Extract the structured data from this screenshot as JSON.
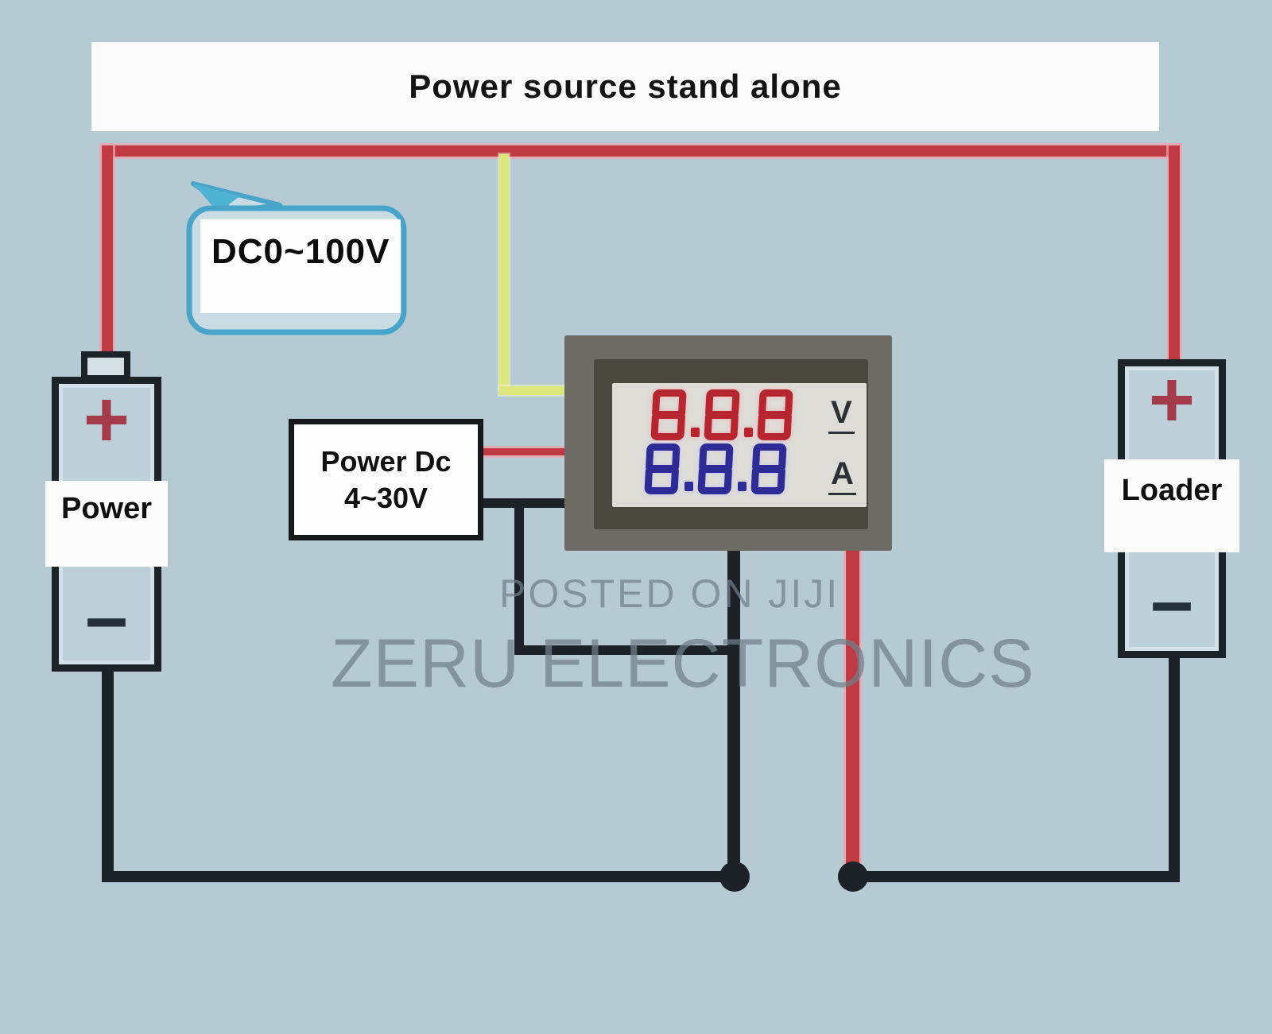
{
  "colors": {
    "background": "#b6cad3",
    "wire_red": "#bf3a43",
    "wire_black": "#1c2227",
    "wire_yellow": "#dce87d",
    "callout_border": "#49a4c9",
    "volt_digits": "#b7262e",
    "amp_digits": "#2d2b96"
  },
  "title": {
    "text": "Power source stand alone"
  },
  "callout": {
    "text": "DC0~100V"
  },
  "power_supply": {
    "line1": "Power Dc",
    "line2": "4~30V"
  },
  "meter": {
    "volt_value": "8.8.8",
    "volt_unit": "V",
    "amp_value": "8.8.8",
    "amp_unit": "A"
  },
  "battery_left": {
    "label": "Power",
    "plus": "+",
    "minus": "−"
  },
  "battery_right": {
    "label": "Loader",
    "plus": "+",
    "minus": "−"
  },
  "watermark": {
    "line1": "POSTED ON JIJI",
    "line2": "ZERU ELECTRONICS"
  }
}
